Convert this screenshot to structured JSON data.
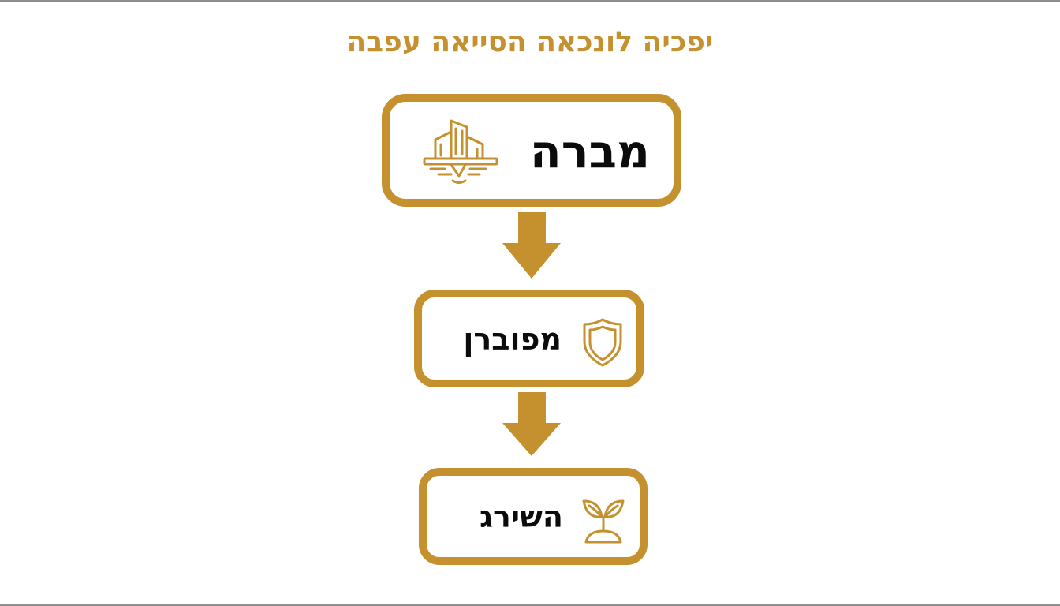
{
  "colors": {
    "accent": "#c4912e",
    "text": "#0b0b0b",
    "background": "#ffffff"
  },
  "title": "יפכיה לונכאה הסייאה עפבה",
  "nodes": [
    {
      "label": "מברה",
      "icon": "building-on-water-icon"
    },
    {
      "label": "מפוברן",
      "icon": "shield-icon"
    },
    {
      "label": "השירג",
      "icon": "sprout-icon"
    }
  ],
  "arrows": [
    {
      "from": 0,
      "to": 1,
      "direction": "down"
    },
    {
      "from": 1,
      "to": 2,
      "direction": "down"
    }
  ]
}
